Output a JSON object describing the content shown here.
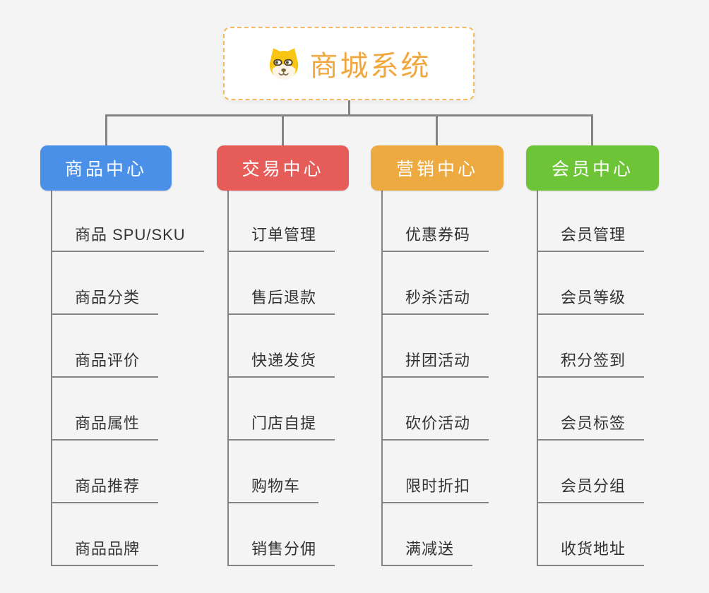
{
  "root": {
    "title": "商城系统",
    "icon": "dog-face-icon",
    "title_color": "#f1a73d",
    "border_color": "#f6ba5e"
  },
  "branches": [
    {
      "label": "商品中心",
      "color": "#4a90e8",
      "items": [
        "商品 SPU/SKU",
        "商品分类",
        "商品评价",
        "商品属性",
        "商品推荐",
        "商品品牌"
      ]
    },
    {
      "label": "交易中心",
      "color": "#e65c59",
      "items": [
        "订单管理",
        "售后退款",
        "快递发货",
        "门店自提",
        "购物车",
        "销售分佣"
      ]
    },
    {
      "label": "营销中心",
      "color": "#edaa41",
      "items": [
        "优惠券码",
        "秒杀活动",
        "拼团活动",
        "砍价活动",
        "限时折扣",
        "满减送"
      ]
    },
    {
      "label": "会员中心",
      "color": "#6cc436",
      "items": [
        "会员管理",
        "会员等级",
        "积分签到",
        "会员标签",
        "会员分组",
        "收货地址"
      ]
    }
  ],
  "colors": {
    "background": "#f4f4f5",
    "connector_line": "#848484",
    "leaf_text": "#333333",
    "branch_text": "#ffffff",
    "root_background": "#ffffff"
  }
}
